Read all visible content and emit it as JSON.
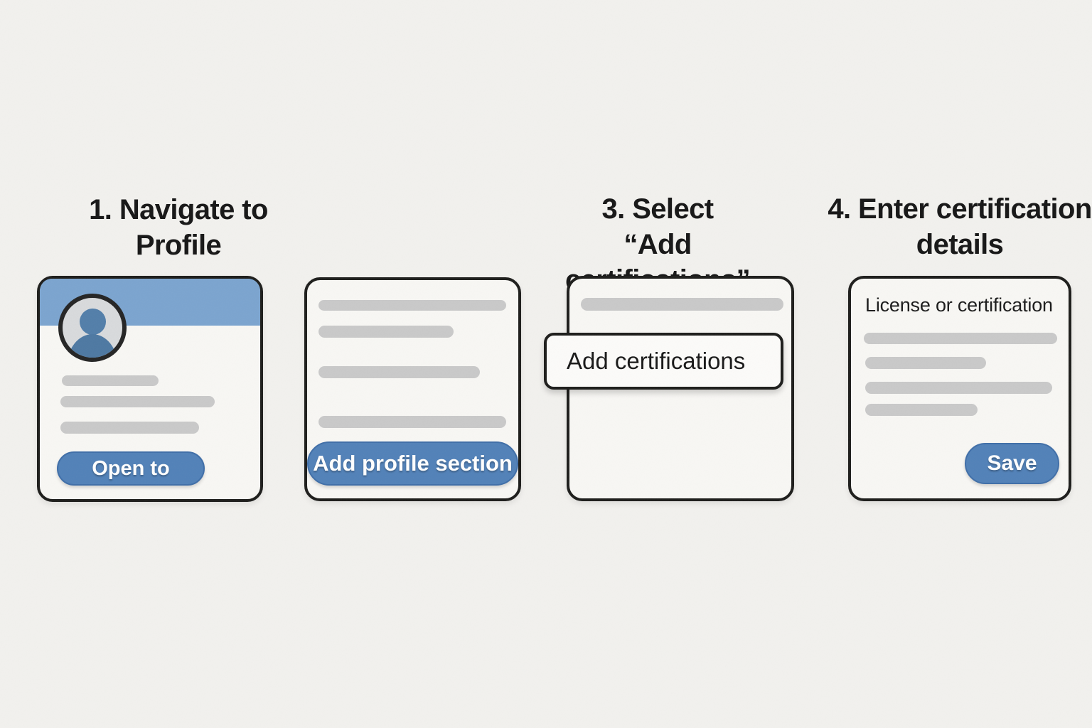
{
  "palette": {
    "page_background": "#f2f1ee",
    "card_background": "#f8f7f4",
    "outline": "#1d1d1b",
    "header_blue": "#7ba4cf",
    "button_blue": "#5181b8",
    "placeholder_gray": "#c9c9c9",
    "avatar_gray": "#d8dadc",
    "person_blue": "#527ea9"
  },
  "steps": {
    "step1": {
      "title": "1. Navigate to Profile",
      "button_label": "Open to"
    },
    "step2": {
      "button_label": "Add profile section"
    },
    "step3": {
      "title_line1": "3. Select",
      "title_line2": "“Add certifications”",
      "menu_item_label": "Add certifications"
    },
    "step4": {
      "title_line1": "4. Enter certification",
      "title_line2": "details",
      "field_label": "License or certification",
      "button_label": "Save"
    }
  }
}
